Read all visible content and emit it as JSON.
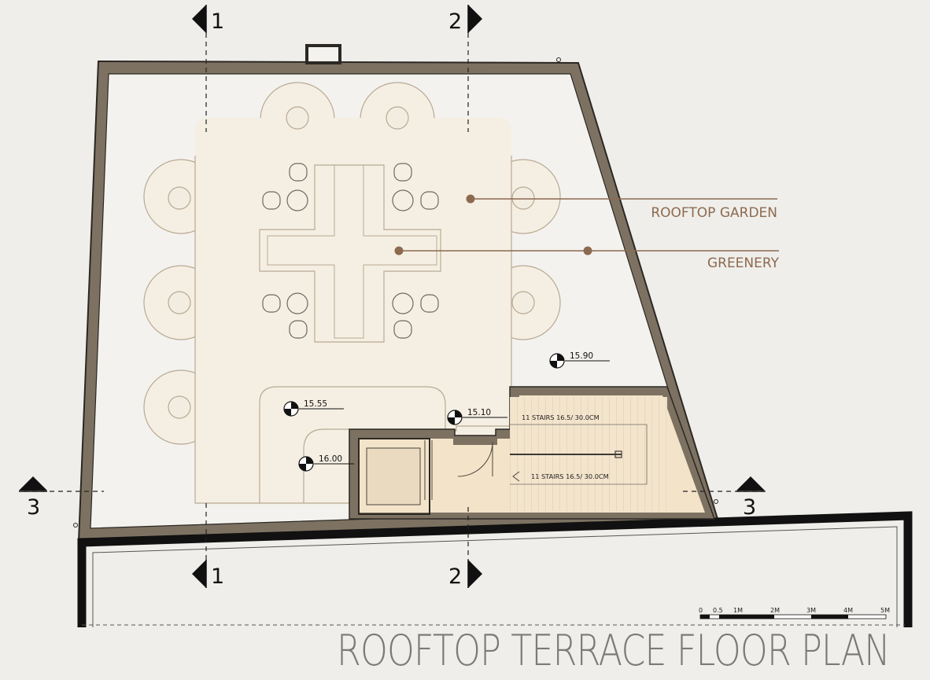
{
  "title": "ROOFTOP TERRACE FLOOR PLAN",
  "callouts": {
    "rooftop_garden": "ROOFTOP GARDEN",
    "greenery": "GREENERY"
  },
  "levels": [
    "15.90",
    "15.55",
    "15.10",
    "16.00"
  ],
  "stairs": {
    "upper": "11 STAIRS 16.5/ 30.0CM",
    "lower": "11 STAIRS 16.5/ 30.0CM"
  },
  "section_markers": {
    "s1": "1",
    "s2": "2",
    "s3": "3"
  },
  "scale_bar": {
    "ticks": [
      "0",
      "0.5",
      "1M",
      "2M",
      "3M",
      "4M",
      "5M"
    ]
  },
  "colors": {
    "wall": "#7d7262",
    "wall_edge": "#2b2824",
    "garden_fill": "#f5efe3",
    "stair_fill": "#f3e3c8",
    "callout": "#8c6a50",
    "paper": "#efeeea"
  }
}
